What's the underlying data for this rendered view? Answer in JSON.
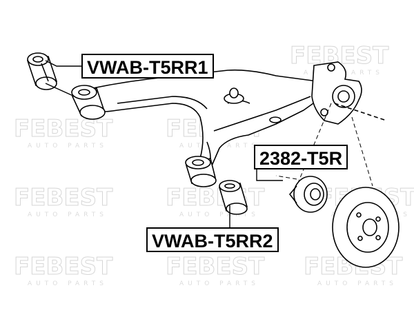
{
  "watermark": {
    "brand": "FEBEST",
    "tagline": "AUTO PARTS"
  },
  "parts": [
    {
      "id": "bushing-front",
      "label": "VWAB-T5RR1"
    },
    {
      "id": "wheel-hub",
      "label": "2382-T5R"
    },
    {
      "id": "bushing-rear",
      "label": "VWAB-T5RR2"
    }
  ],
  "colors": {
    "line": "#000000",
    "watermark": "#d6d6d6",
    "background": "#ffffff"
  }
}
